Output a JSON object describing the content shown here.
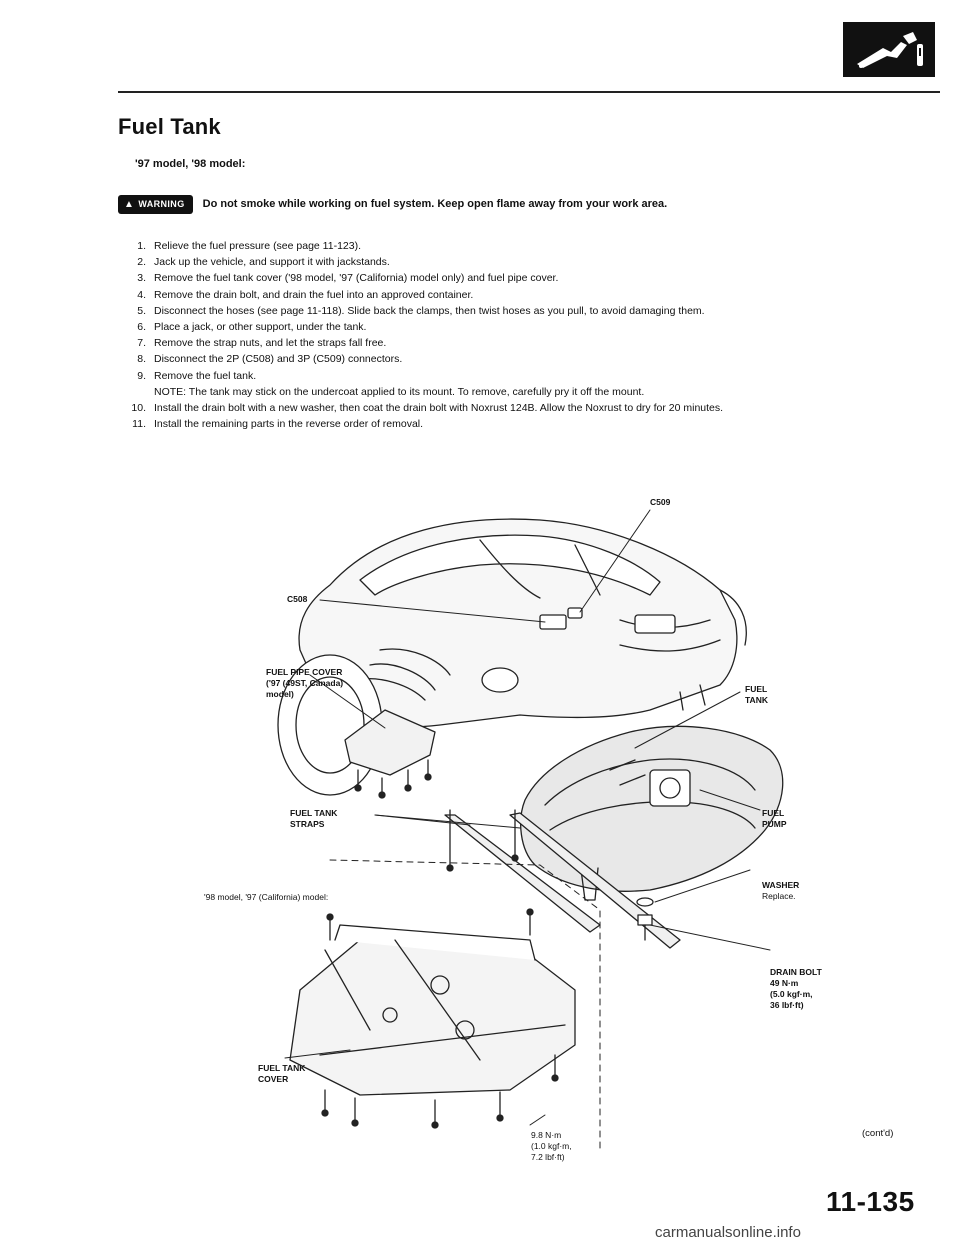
{
  "header": {
    "icon": "fuel-nozzle-icon",
    "title": "Fuel Tank",
    "subtitle": "'97 model, '98 model:"
  },
  "warning": {
    "badge": "WARNING",
    "text": "Do not smoke while working on fuel system. Keep open flame away from your work area."
  },
  "steps": [
    {
      "num": "1.",
      "text": "Relieve the fuel pressure (see page 11-123)."
    },
    {
      "num": "2.",
      "text": "Jack up the vehicle, and support it with jackstands."
    },
    {
      "num": "3.",
      "text": "Remove the fuel tank cover ('98 model, '97 (California) model only) and fuel pipe cover."
    },
    {
      "num": "4.",
      "text": "Remove the drain bolt, and drain the fuel into an approved container."
    },
    {
      "num": "5.",
      "text": "Disconnect the hoses (see page 11-118). Slide back the clamps, then twist hoses as you pull, to avoid damaging them."
    },
    {
      "num": "6.",
      "text": "Place a jack, or other support, under the tank."
    },
    {
      "num": "7.",
      "text": "Remove the strap nuts, and let the straps fall free."
    },
    {
      "num": "8.",
      "text": "Disconnect the 2P (C508) and 3P (C509) connectors."
    },
    {
      "num": "9.",
      "text": "Remove the fuel tank.",
      "note": "NOTE: The tank may stick on the undercoat applied to its mount. To remove, carefully pry it off the mount."
    },
    {
      "num": "10.",
      "text": "Install the drain bolt with a new washer, then coat the drain bolt with Noxrust 124B. Allow the Noxrust to dry for 20 minutes."
    },
    {
      "num": "11.",
      "text": "Install the remaining parts in the reverse order of removal."
    }
  ],
  "diagram": {
    "labels": {
      "c509": "C509",
      "c508": "C508",
      "fuel_pipe_cover": "FUEL PIPE COVER\n('97 (49ST, Canada)\nmodel)",
      "fuel_tank": "FUEL\nTANK",
      "fuel_tank_straps": "FUEL TANK\nSTRAPS",
      "fuel_pump": "FUEL\nPUMP",
      "model_note": "'98 model, '97 (California) model:",
      "washer": "WASHER",
      "washer_note": "Replace.",
      "drain_bolt": "DRAIN BOLT\n49 N·m\n(5.0 kgf·m,\n36 lbf·ft)",
      "fuel_tank_cover": "FUEL TANK\nCOVER",
      "torque": "9.8 N·m\n(1.0 kgf·m,\n7.2 lbf·ft)"
    }
  },
  "footer": {
    "cont": "(cont'd)",
    "page_number": "11-135",
    "watermark": "carmanualsonline.info"
  }
}
